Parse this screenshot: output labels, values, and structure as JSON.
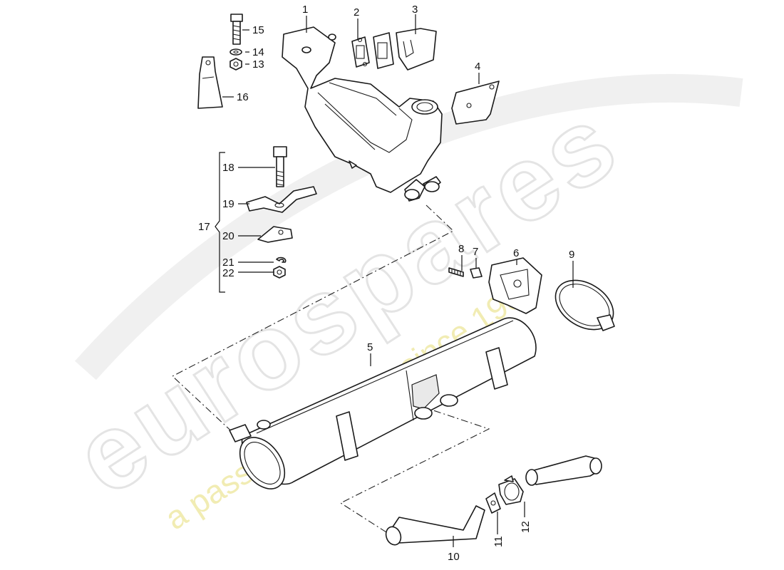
{
  "watermark": {
    "brand": "eurospares",
    "tagline": "a passion for parts since 1985",
    "tagline_color": "#efe9a6"
  },
  "callouts": {
    "c1": "1",
    "c2": "2",
    "c3": "3",
    "c4": "4",
    "c5": "5",
    "c6": "6",
    "c7": "7",
    "c8": "8",
    "c9": "9",
    "c10": "10",
    "c11": "11",
    "c12": "12",
    "c13": "13",
    "c14": "14",
    "c15": "15",
    "c16": "16",
    "c17": "17",
    "c18": "18",
    "c19": "19",
    "c20": "20",
    "c21": "21",
    "c22": "22"
  }
}
